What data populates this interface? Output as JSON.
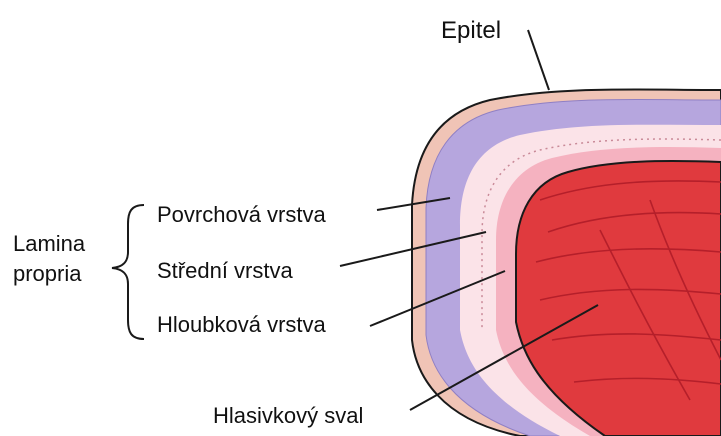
{
  "labels": {
    "epitel": "Epitel",
    "lamina_line1": "Lamina",
    "lamina_line2": "propria",
    "superficial": "Povrchová vrstva",
    "intermediate": "Střední vrstva",
    "deep": "Hloubková vrstva",
    "muscle": "Hlasivkový sval"
  },
  "colors": {
    "epithelium": "#f0c4b6",
    "superficial_layer": "#b6a6de",
    "intermediate_layer": "#fbe3e8",
    "deep_layer": "#f5b2c0",
    "muscle": "#e03a3e",
    "muscle_fiber": "#b51f2a",
    "outline": "#1a1a1a"
  }
}
